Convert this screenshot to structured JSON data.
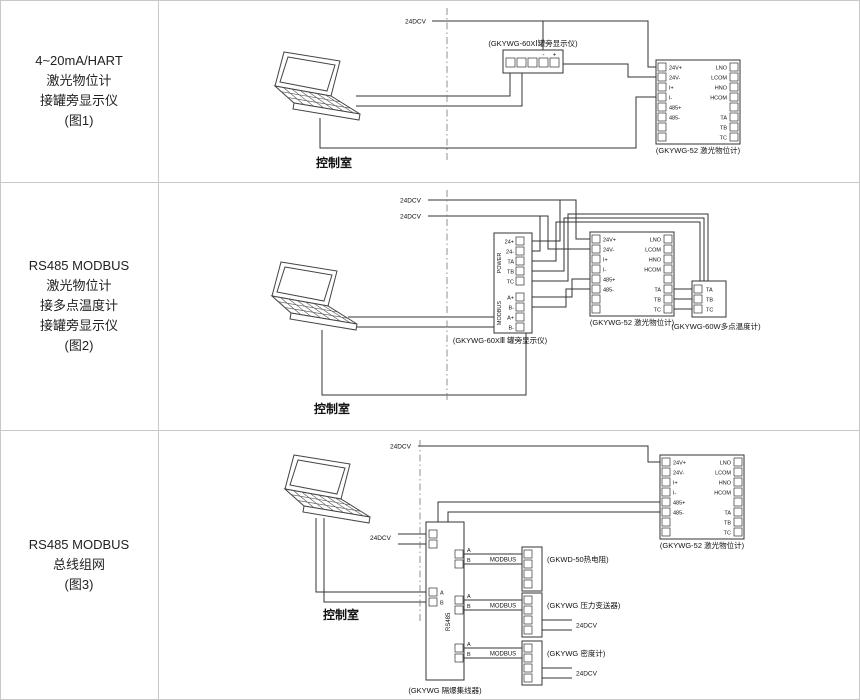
{
  "sidebar": {
    "fig1_lines": [
      "4~20mA/HART",
      "激光物位计",
      "接罐旁显示仪",
      "(图1)"
    ],
    "fig2_lines": [
      "RS485 MODBUS",
      "激光物位计",
      "接多点温度计",
      "接罐旁显示仪",
      "(图2)"
    ],
    "fig3_lines": [
      "RS485 MODBUS",
      "总线组网",
      "(图3)"
    ]
  },
  "common": {
    "supply_label": "24DCV",
    "control_room": "控制室",
    "meter": {
      "caption": "(GKYWG-52 激光物位计)",
      "left": [
        "24V+",
        "24V-",
        "I+",
        "I-",
        "485+",
        "485-"
      ],
      "right": [
        "LNO",
        "LCOM",
        "HNO",
        "HCOM",
        "TA",
        "TB",
        "TC"
      ]
    }
  },
  "fig1": {
    "display_caption": "(GKYWG-60XⅠ罐旁显示仪)",
    "display_minus": "-",
    "display_plus": "+"
  },
  "fig2": {
    "display_caption": "(GKYWG-60XⅢ 罐旁显示仪)",
    "group_power": "POWER",
    "group_modbus": "MODBUS",
    "power_terms": [
      "24+",
      "24-",
      "TA",
      "TB",
      "TC"
    ],
    "modbus_terms": [
      "A+",
      "B-",
      "A+",
      "B-"
    ],
    "temp_caption": "(GKYWG-60W多点温度计)",
    "temp_terms": [
      "TA",
      "TB",
      "TC"
    ]
  },
  "fig3": {
    "hub_caption": "(GKYWG 隔爆集线器)",
    "hub_bus": "RS485",
    "label_a": "A",
    "label_b": "B",
    "modbus_label": "MODBUS",
    "device1": "(GKWD-50热电阻)",
    "device2": "(GKYWG 压力变送器)",
    "device3": "(GKYWG 密度计)"
  }
}
